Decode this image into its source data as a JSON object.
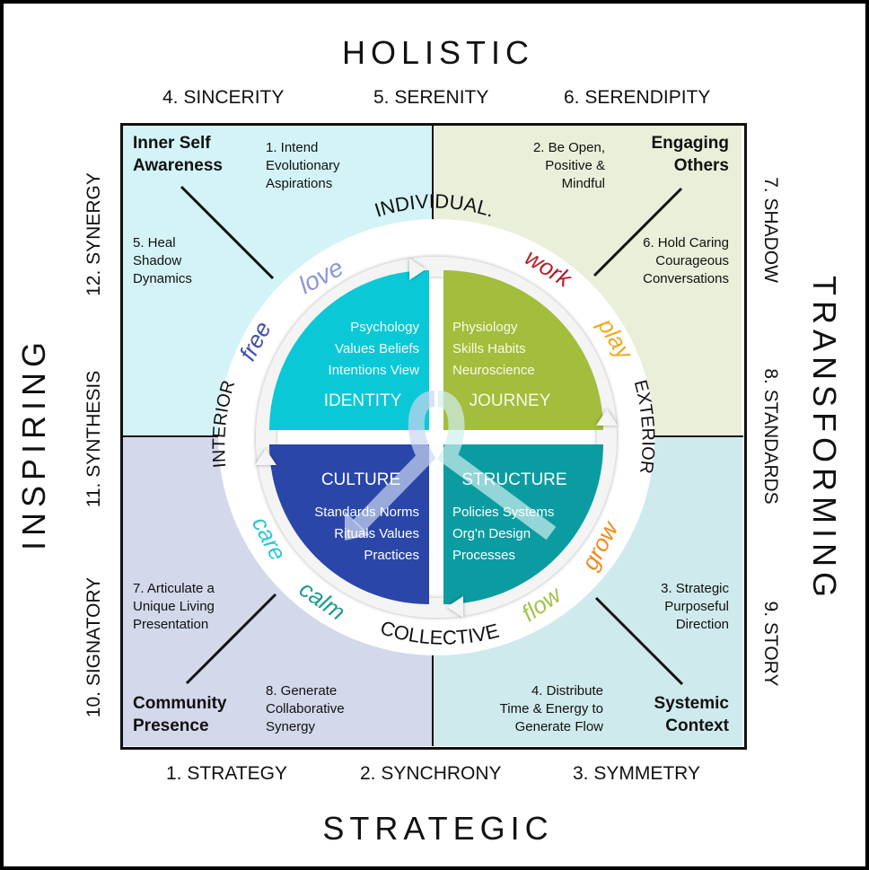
{
  "titles": {
    "top": "HOLISTIC",
    "bottom": "STRATEGIC",
    "left": "INSPIRING",
    "right": "TRANSFORMING"
  },
  "top_items": [
    "4. SINCERITY",
    "5. SERENITY",
    "6. SERENDIPITY"
  ],
  "bottom_items": [
    "1. STRATEGY",
    "2. SYNCHRONY",
    "3. SYMMETRY"
  ],
  "left_items": [
    "10. SIGNATORY",
    "11. SYNTHESIS",
    "12. SYNERGY"
  ],
  "right_items": [
    "7. SHADOW",
    "8. STANDARDS",
    "9. STORY"
  ],
  "quadrants": {
    "top_left": {
      "label_line1": "Inner Self",
      "label_line2": "Awareness",
      "step_a": [
        "1. Intend",
        "Evolutionary",
        "Aspirations"
      ],
      "step_b": [
        "5. Heal",
        "Shadow",
        "Dynamics"
      ],
      "color": "#d3f3f7"
    },
    "top_right": {
      "label_line1": "Engaging",
      "label_line2": "Others",
      "step_a": [
        "2. Be Open,",
        "Positive &",
        "Mindful"
      ],
      "step_b": [
        "6. Hold Caring",
        "Courageous",
        "Conversations"
      ],
      "color": "#e9efd9"
    },
    "bottom_left": {
      "label_line1": "Community",
      "label_line2": "Presence",
      "step_a": [
        "7. Articulate a",
        "Unique Living",
        "Presentation"
      ],
      "step_b": [
        "8. Generate",
        "Collaborative",
        "Synergy"
      ],
      "color": "#d3d8eb"
    },
    "bottom_right": {
      "label_line1": "Systemic",
      "label_line2": "Context",
      "step_a": [
        "3. Strategic",
        "Purposeful",
        "Direction"
      ],
      "step_b": [
        "4. Distribute",
        "Time & Energy to",
        "Generate Flow"
      ],
      "color": "#cfeaec"
    }
  },
  "ring_labels": {
    "top": "INDIVIDUAL.",
    "bottom": "COLLECTIVE",
    "left": "INTERIOR",
    "right": "EXTERIOR"
  },
  "ring_words": [
    {
      "text": "love",
      "color": "#8f95d6"
    },
    {
      "text": "work",
      "color": "#b01f2a"
    },
    {
      "text": "play",
      "color": "#f0a81c"
    },
    {
      "text": "grow",
      "color": "#f08a1c"
    },
    {
      "text": "flow",
      "color": "#a3c24a"
    },
    {
      "text": "calm",
      "color": "#1c9a93"
    },
    {
      "text": "care",
      "color": "#2cc6d4"
    },
    {
      "text": "free",
      "color": "#3f4fb3"
    }
  ],
  "core": {
    "identity": {
      "title": "IDENTITY",
      "lines": [
        "Psychology",
        "Values Beliefs",
        "Intentions View"
      ],
      "color": "#0bc8d6"
    },
    "journey": {
      "title": "JOURNEY",
      "lines": [
        "Physiology",
        "Skills Habits",
        "Neuroscience"
      ],
      "color": "#a3bd3c"
    },
    "culture": {
      "title": "CULTURE",
      "lines": [
        "Standards Norms",
        "Rituals Values",
        "Practices"
      ],
      "color": "#2a46a8"
    },
    "structure": {
      "title": "STRUCTURE",
      "lines": [
        "Policies Systems",
        "Org'n Design",
        "Processes"
      ],
      "color": "#0b9ca1"
    }
  }
}
